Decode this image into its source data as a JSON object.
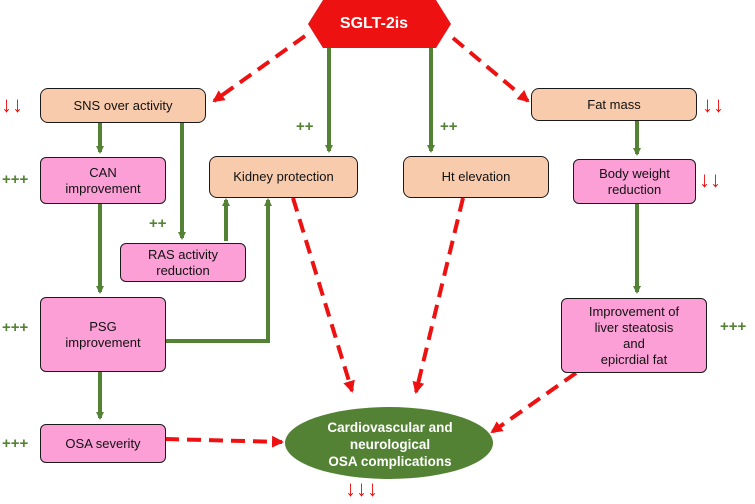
{
  "colors": {
    "green_arrow": "#548235",
    "red_arrow": "#ee1111",
    "peach_box": "#f8cbad",
    "pink_box": "#fb9fd6",
    "oval_fill": "#548235",
    "hexagon_fill": "#ee1111"
  },
  "top_node": {
    "label": "SGLT-2is"
  },
  "nodes": {
    "sns": "SNS over activity",
    "fat": "Fat mass",
    "can": "CAN\nimprovement",
    "kidney": "Kidney protection",
    "ht": "Ht elevation",
    "bodyweight": "Body weight\nreduction",
    "ras": "RAS activity\nreduction",
    "psg": "PSG\nimprovement",
    "liver": "Improvement of\nliver steatosis\nand\nepicrdial fat",
    "osa": "OSA severity"
  },
  "bottom_node": {
    "label": "Cardiovascular and\nneurological\nOSA complications"
  },
  "markers": {
    "sns_down": "↓↓",
    "fat_down": "↓↓",
    "bodyweight_down": "↓↓",
    "bottom_down": "↓↓↓",
    "can_up": "+++",
    "psg_up": "+++",
    "osa_up": "+++",
    "liver_up": "+++",
    "kidney_up": "++",
    "ht_up": "++",
    "ras_up": "++"
  }
}
